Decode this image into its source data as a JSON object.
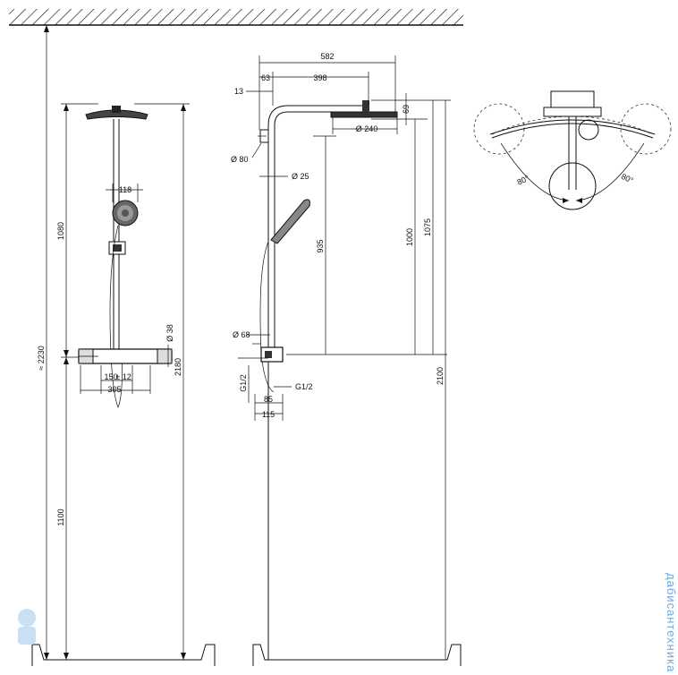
{
  "labels": {
    "height_total": "≈ 2230",
    "upper_1080": "1080",
    "lower_1100": "1100",
    "height_2180": "2180",
    "hand_118": "118",
    "diam_38": "Ø 38",
    "width_150": "150",
    "tol_12": "± 12",
    "width_305": "305",
    "side_582": "582",
    "side_398": "398",
    "side_63": "63",
    "side_13": "13",
    "side_69": "69",
    "side_240": "Ø 240",
    "side_80": "Ø 80",
    "side_25": "Ø 25",
    "side_935": "935",
    "side_1000": "1000",
    "side_1075": "1075",
    "side_2100": "2100",
    "side_68": "Ø 68",
    "side_g12a": "G1/2",
    "side_g12b": "G1/2",
    "side_85": "85",
    "side_115": "115",
    "angle_left": "80°",
    "angle_right": "80°"
  },
  "watermark": "дабисантехника"
}
